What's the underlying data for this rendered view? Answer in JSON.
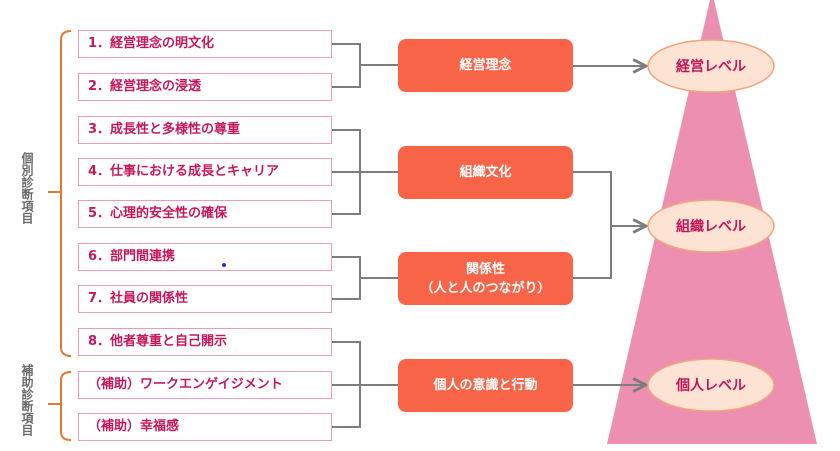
{
  "diagram": {
    "group_labels": {
      "individual": "個別診断項目",
      "auxiliary": "補助診断項目"
    },
    "items": [
      {
        "label": "1．経営理念の明文化"
      },
      {
        "label": "2．経営理念の浸透"
      },
      {
        "label": "3．成長性と多様性の尊重"
      },
      {
        "label": "4．仕事における成長とキャリア"
      },
      {
        "label": "5．心理的安全性の確保"
      },
      {
        "label": "6．部門間連携"
      },
      {
        "label": "7．社員の関係性"
      },
      {
        "label": "8．他者尊重と自己開示"
      },
      {
        "label": "（補助）ワークエンゲイジメント"
      },
      {
        "label": "（補助）幸福感"
      }
    ],
    "categories": [
      {
        "line1": "経営理念",
        "line2": ""
      },
      {
        "line1": "組織文化",
        "line2": ""
      },
      {
        "line1": "関係性",
        "line2": "（人と人のつながり）"
      },
      {
        "line1": "個人の意識と行動",
        "line2": ""
      }
    ],
    "levels": [
      {
        "label": "経営レベル"
      },
      {
        "label": "組織レベル"
      },
      {
        "label": "個人レベル"
      }
    ],
    "connections": [
      {
        "from_items": [
          1,
          2
        ],
        "to_category": 1
      },
      {
        "from_items": [
          3,
          4,
          5
        ],
        "to_category": 2
      },
      {
        "from_items": [
          6,
          7
        ],
        "to_category": 3
      },
      {
        "from_items": [
          8,
          9,
          10
        ],
        "to_category": 4
      },
      {
        "from_categories": [
          1
        ],
        "to_level": 1
      },
      {
        "from_categories": [
          2,
          3
        ],
        "to_level": 2
      },
      {
        "from_categories": [
          4
        ],
        "to_level": 3
      }
    ],
    "colors": {
      "item_text": "#c7175c",
      "item_border": "#e99cb8",
      "category_fill": "#f86448",
      "bracket": "#e8772e",
      "connector": "#7d7d7d",
      "pyramid": "#ec8fb1",
      "level_fill": "#fde3d3",
      "level_border": "#f2a47d",
      "level_text": "#c2175b"
    }
  }
}
